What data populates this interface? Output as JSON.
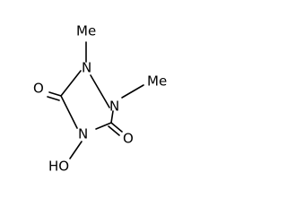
{
  "molecule": {
    "atoms": {
      "n1": "N",
      "n2": "N",
      "n4": "N",
      "o_top": "O",
      "o_bottom": "O",
      "methyl_top": "Me",
      "methyl_right": "Me",
      "hydroxy": "HO"
    }
  }
}
